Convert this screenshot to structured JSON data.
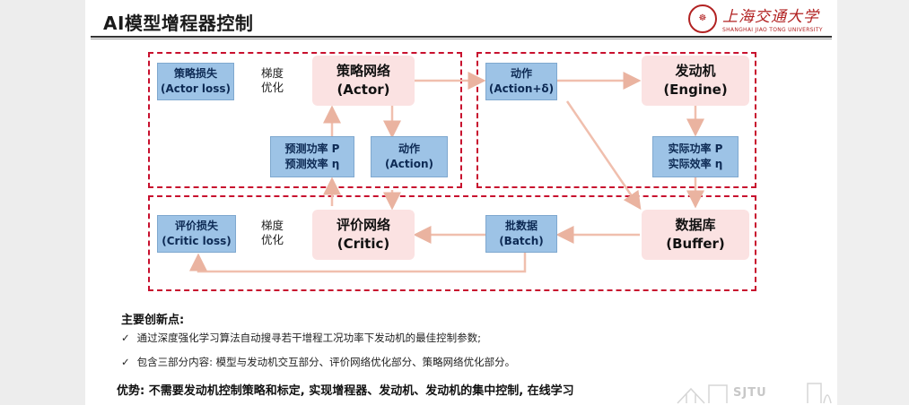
{
  "slide": {
    "title": "AI模型增程器控制",
    "university_cn": "上海交通大学",
    "university_en": "SHANGHAI JIAO TONG UNIVERSITY",
    "watermark": "SJTU"
  },
  "diagram": {
    "actor_loss": [
      "策略损失",
      "(Actor loss)"
    ],
    "actor_grad": [
      "梯度",
      "优化"
    ],
    "actor_net": [
      "策略网络",
      "(Actor)"
    ],
    "predict": [
      "预测功率 P",
      "预测效率 η"
    ],
    "action": [
      "动作",
      "(Action)"
    ],
    "action_delta": [
      "动作",
      "(Action+δ)"
    ],
    "engine": [
      "发动机",
      "(Engine)"
    ],
    "actual": [
      "实际功率 P",
      "实际效率 η"
    ],
    "critic_loss": [
      "评价损失",
      "(Critic loss)"
    ],
    "critic_grad": [
      "梯度",
      "优化"
    ],
    "critic_net": [
      "评价网络",
      "(Critic)"
    ],
    "batch": [
      "批数据",
      "(Batch)"
    ],
    "buffer": [
      "数据库",
      "(Buffer)"
    ]
  },
  "points": {
    "heading": "主要创新点:",
    "items": [
      "通过深度强化学习算法自动搜寻若干增程工况功率下发动机的最佳控制参数;",
      "包含三部分内容: 模型与发动机交互部分、评价网络优化部分、策略网络优化部分。"
    ],
    "check_glyph": "✓"
  },
  "advantage": "优势: 不需要发动机控制策略和标定, 实现增程器、发动机、发动机的集中控制, 在线学习",
  "colors": {
    "dash": "#c8102e",
    "blue_box": "#9dc3e6",
    "pink_box": "#fbe2e2",
    "arrow": "#f0bfae"
  }
}
